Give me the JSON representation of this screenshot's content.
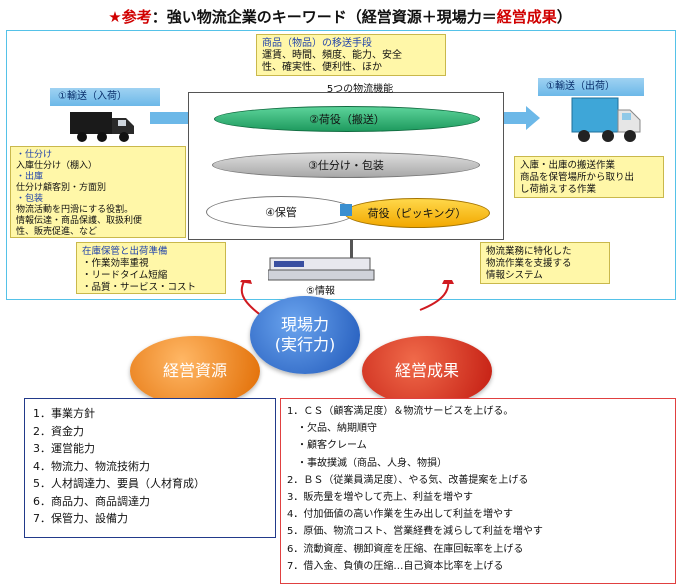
{
  "title": {
    "star": "★参考",
    "main": "：強い物流企業のキーワード（経営資源＋現場力＝",
    "highlight": "経営成果",
    "end": "）"
  },
  "top_note": {
    "heading": "商品（物品）の移送手段",
    "line1": "運賃、時間、頻度、能力、安全",
    "line2": "性、確実性、便利性、ほか"
  },
  "inbound_label": "①輸送（入荷）",
  "outbound_label": "①輸送（出荷）",
  "functions_title": "5つの物流機能",
  "functions": {
    "cargo": "②荷役（搬送）",
    "sorting": "③仕分け・包装",
    "storage": "④保管",
    "picking": "荷役（ピッキング）"
  },
  "left_note": [
    "・仕分け",
    "入庫仕分け（棚入）",
    "・出庫",
    "仕分け顧客別・方面別",
    "・包装",
    "物流活動を円滑にする役割。",
    "情報伝達・商品保護、取扱利便",
    "性、販売促進、など"
  ],
  "right_note": [
    "入庫・出庫の搬送作業",
    "商品を保管場所から取り出",
    "し荷揃えする作業"
  ],
  "storage_note": [
    "在庫保管と出荷準備",
    "・作業効率重視",
    "・リードタイム短縮",
    "・品質・サービス・コスト"
  ],
  "info_note": [
    "物流業務に特化した",
    "物流作業を支援する",
    "情報システム"
  ],
  "info_label": "⑤情報",
  "circles": {
    "genba": [
      "現場力",
      "(実行力)"
    ],
    "resources": "経営資源",
    "results": "経営成果"
  },
  "resources_list": [
    "1．事業方針",
    "2．資金力",
    "3．運営能力",
    "4．物流力、物流技術力",
    "5．人材調達力、要員（人材育成）",
    "6．商品力、商品調達力",
    "7．保管力、設備力"
  ],
  "results_list": [
    "1．ＣＳ（顧客満足度）＆物流サービスを上げる。",
    "　・欠品、納期順守",
    "　・顧客クレーム",
    "　・事故撲滅（商品、人身、物損）",
    "2．ＢＳ（従業員満足度）、やる気、改善提案を上げる",
    "3．販売量を増やして売上、利益を増やす",
    "4．付加価値の高い作業を生み出して利益を増やす",
    "5．原価、物流コスト、営業経費を減らして利益を増やす",
    "6．流動資産、棚卸資産を圧縮、在庫回転率を上げる",
    "7．借入金、負債の圧縮…自己資本比率を上げる"
  ],
  "colors": {
    "accent_red": "#d00000",
    "cyan_frame": "#55c2e8",
    "note_yellow": "#fff7a8",
    "green_ellipse": "#2aa86a",
    "gray_ellipse": "#bdbdbd",
    "orange_ellipse": "#f5b800",
    "blue_circle": "#2f6fd0",
    "orange_circle": "#f07a10",
    "red_circle": "#d42a18"
  }
}
